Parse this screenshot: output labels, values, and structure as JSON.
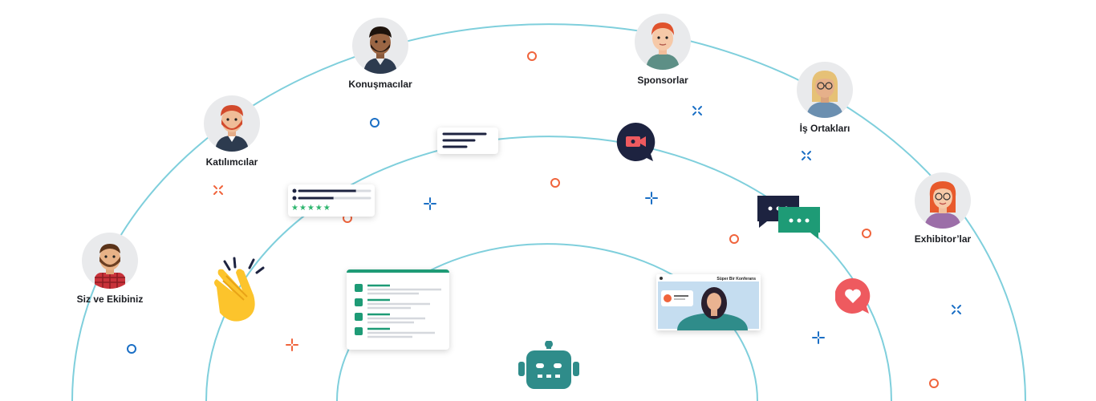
{
  "personas": [
    {
      "id": "siz",
      "label": "Siz ve Ekibiniz"
    },
    {
      "id": "katilimcilar",
      "label": "Katılımcılar"
    },
    {
      "id": "konusmacilar",
      "label": "Konuşmacılar"
    },
    {
      "id": "sponsorlar",
      "label": "Sponsorlar"
    },
    {
      "id": "is-ortaklari",
      "label": "İş Ortakları"
    },
    {
      "id": "exhibitorlar",
      "label": "Exhibitor’lar"
    }
  ],
  "colors": {
    "arc": "#7fcfdc",
    "accent_green": "#1e9b76",
    "robot": "#2f8c8a",
    "orange": "#f0643c",
    "blue": "#1b6fc5",
    "navy": "#1d2340",
    "heart": "#ee5a5f"
  },
  "icons": {
    "clap": "clapping-hands-icon",
    "robot": "robot-icon",
    "video": "video-camera-icon",
    "chat": "chat-bubbles-icon",
    "heart": "heart-icon",
    "rating": "star-rating-icon"
  },
  "rating_stars": "★★★★★",
  "conference": {
    "title": "Süper Bir Konferans"
  }
}
